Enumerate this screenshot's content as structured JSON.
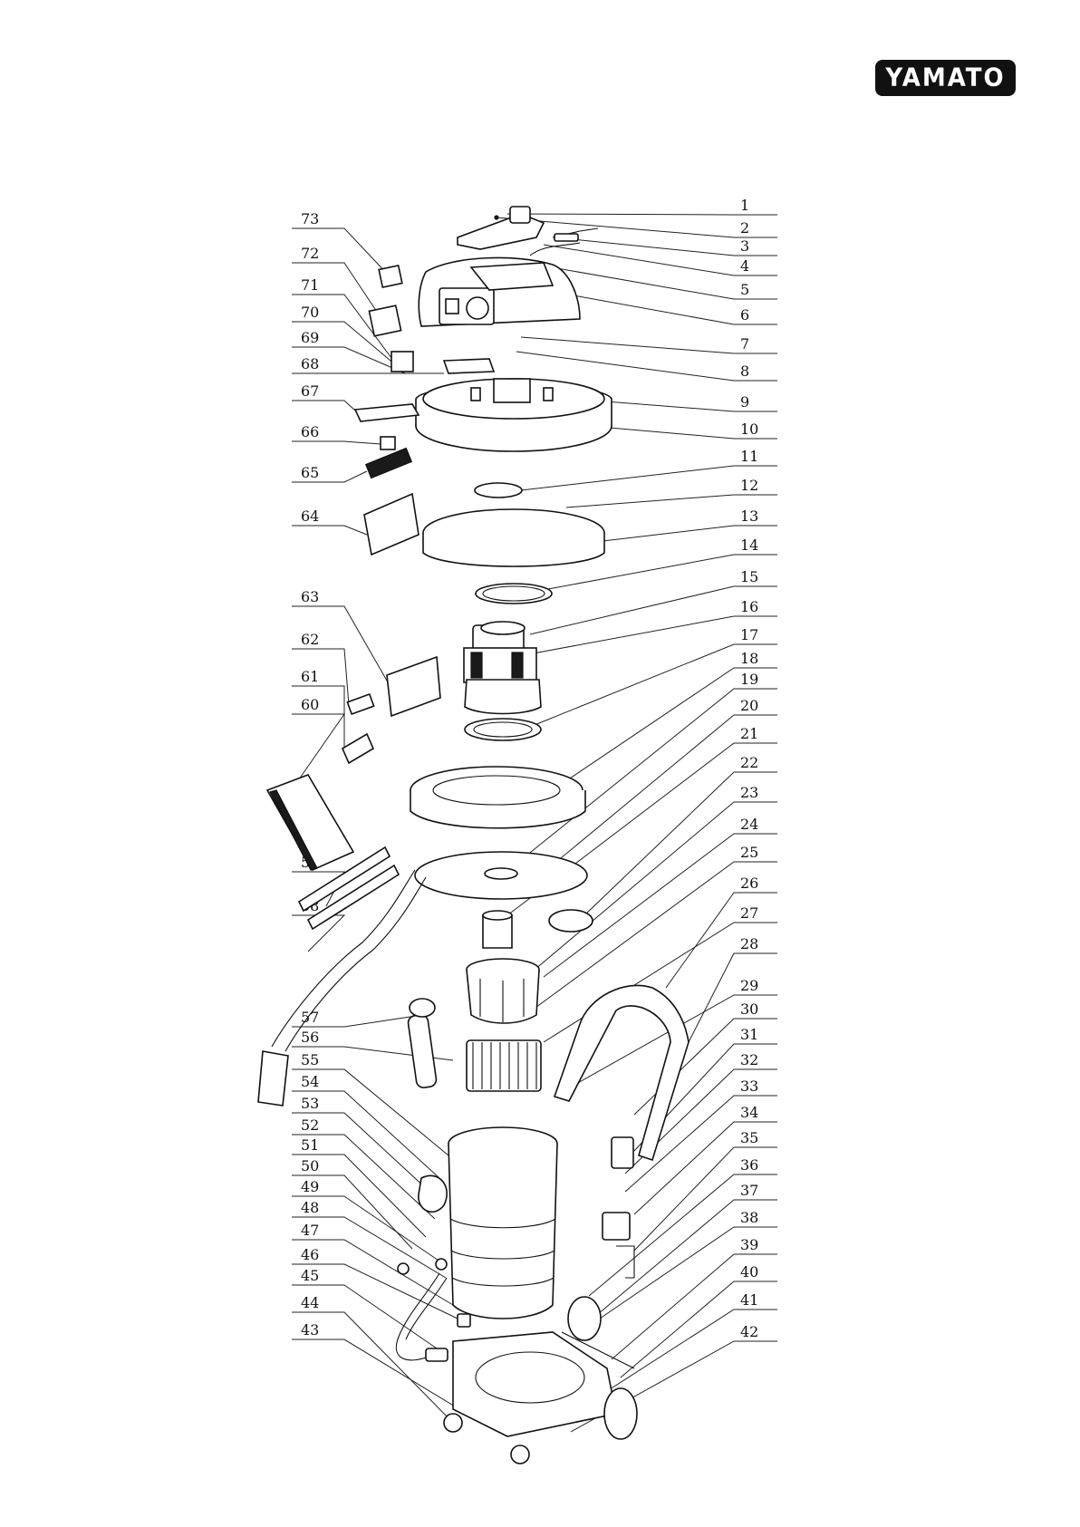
{
  "brand": {
    "logo_text": "YAMATO"
  },
  "diagram": {
    "right_labels": [
      "1",
      "2",
      "3",
      "4",
      "5",
      "6",
      "7",
      "8",
      "9",
      "10",
      "11",
      "12",
      "13",
      "14",
      "15",
      "16",
      "17",
      "18",
      "19",
      "20",
      "21",
      "22",
      "23",
      "24",
      "25",
      "26",
      "27",
      "28",
      "29",
      "30",
      "31",
      "32",
      "33",
      "34",
      "35",
      "36",
      "37",
      "38",
      "39",
      "40",
      "41",
      "42"
    ],
    "left_labels": [
      "73",
      "72",
      "71",
      "70",
      "69",
      "68",
      "67",
      "66",
      "65",
      "64",
      "63",
      "62",
      "61",
      "60",
      "59",
      "58",
      "57",
      "56",
      "55",
      "54",
      "53",
      "52",
      "51",
      "50",
      "49",
      "48",
      "47",
      "46",
      "45",
      "44",
      "43"
    ]
  }
}
